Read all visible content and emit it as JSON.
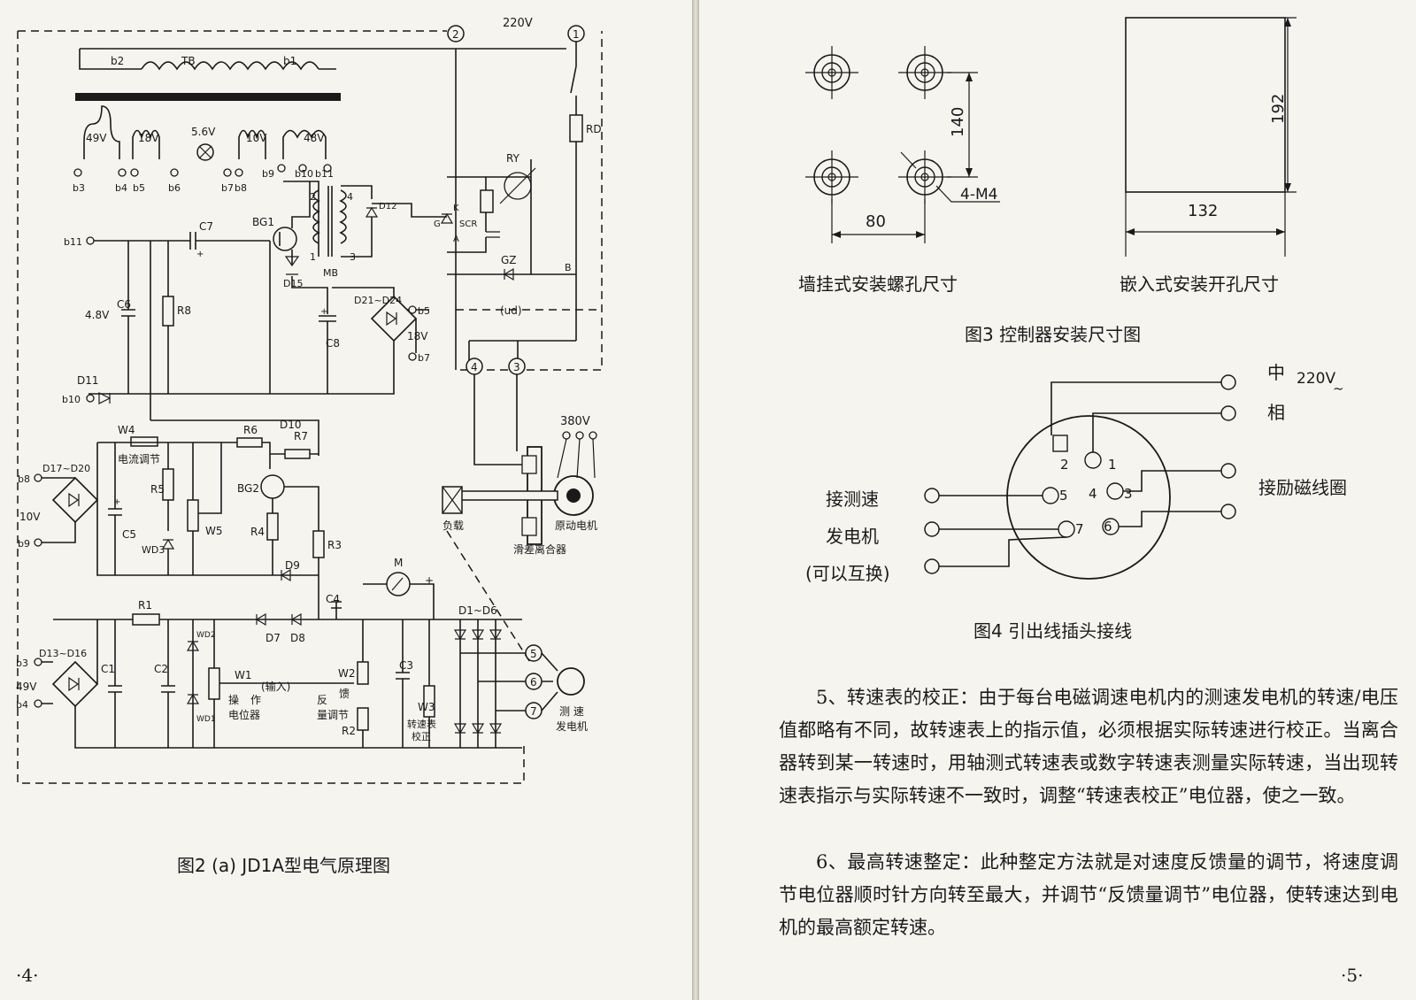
{
  "left_page": {
    "page_number": "·4·",
    "figure_caption": "图2 (a)  JD1A型电气原理图",
    "schematic_labels": {
      "supply": "220V",
      "node1": "1",
      "node2": "2",
      "node3": "3",
      "node4": "4",
      "node5": "5",
      "node6": "6",
      "node7": "7",
      "transformer": "TB",
      "tap_b1": "b1",
      "tap_b2": "b2",
      "w49": "49V",
      "w18": "18V",
      "w56": "5.6V",
      "w10": "10V",
      "w48": "48V",
      "b3": "b3",
      "b4": "b4",
      "b5": "b5",
      "b6": "b6",
      "b7": "b7",
      "b8": "b8",
      "b9": "b9",
      "b10": "b10",
      "b11": "b11",
      "fuse": "RD",
      "ry": "RY",
      "scr": "SCR",
      "k": "K",
      "g": "G",
      "a": "A",
      "gz": "GZ",
      "b": "B",
      "ud": "(ud)",
      "c7": "C7",
      "bg1": "BG1",
      "mb": "MB",
      "d12": "D12",
      "d15": "D15",
      "d21": "D21~D24",
      "c6": "C6",
      "v48": "4.8V",
      "r8": "R8",
      "c8": "C8",
      "v18": "18V",
      "d11": "D11",
      "w4": "W4",
      "cur_adj": "电流调节",
      "r6": "R6",
      "d10": "D10",
      "r7": "R7",
      "d17": "D17~D20",
      "v10": "10V",
      "c5": "C5",
      "r5": "R5",
      "w5": "W5",
      "wd3": "WD3",
      "bg2": "BG2",
      "r4": "R4",
      "r3": "R3",
      "d9": "D9",
      "r1": "R1",
      "wd2": "WD2",
      "wd1": "WD1",
      "d13": "D13~D16",
      "v49": "49V",
      "c1": "C1",
      "c2": "C2",
      "w1": "W1",
      "input": "(输入)",
      "op_pot_1": "操",
      "op_pot_2": "作",
      "op_pot_3": "电位器",
      "fb_1": "反",
      "fb_2": "馈",
      "fb_3": "量调节",
      "w2": "W2",
      "r2": "R2",
      "c4": "C4",
      "d7": "D7",
      "d8": "D8",
      "c3": "C3",
      "w3": "W3",
      "tach_cal_1": "转速表",
      "tach_cal_2": "校正",
      "m": "M",
      "d1": "D1~D6",
      "plus": "+",
      "tach_1": "测 速",
      "tach_2": "发电机",
      "v380": "380V",
      "load": "负载",
      "motor": "原动电机",
      "clutch": "滑差离合器"
    }
  },
  "right_page": {
    "page_number": "·5·",
    "fig3": {
      "caption": "图3  控制器安装尺寸图",
      "wall_caption": "墙挂式安装螺孔尺寸",
      "embed_caption": "嵌入式安装开孔尺寸",
      "dim_140": "140",
      "dim_80": "80",
      "dim_m4": "4-M4",
      "dim_192": "192",
      "dim_132": "132"
    },
    "fig4": {
      "caption": "图4  引出线插头接线",
      "neutral": "中",
      "phase": "相",
      "voltage": "220V",
      "tilde": "~",
      "excitation": "接励磁线圈",
      "tacho_1": "接测速",
      "tacho_2": "发电机",
      "tacho_3": "(可以互换)",
      "pins": [
        "1",
        "2",
        "3",
        "4",
        "5",
        "6",
        "7"
      ]
    },
    "paragraphs": [
      "5、转速表的校正：由于每台电磁调速电机内的测速发电机的转速/电压值都略有不同，故转速表上的指示值，必须根据实际转速进行校正。当离合器转到某一转速时，用轴测式转速表或数字转速表测量实际转速，当出现转速表指示与实际转速不一致时，调整“转速表校正”电位器，使之一致。",
      "6、最高转速整定：此种整定方法就是对速度反馈量的调节，将速度调节电位器顺时针方向转至最大，并调节“反馈量调节”电位器，使转速达到电机的最高额定转速。"
    ]
  }
}
